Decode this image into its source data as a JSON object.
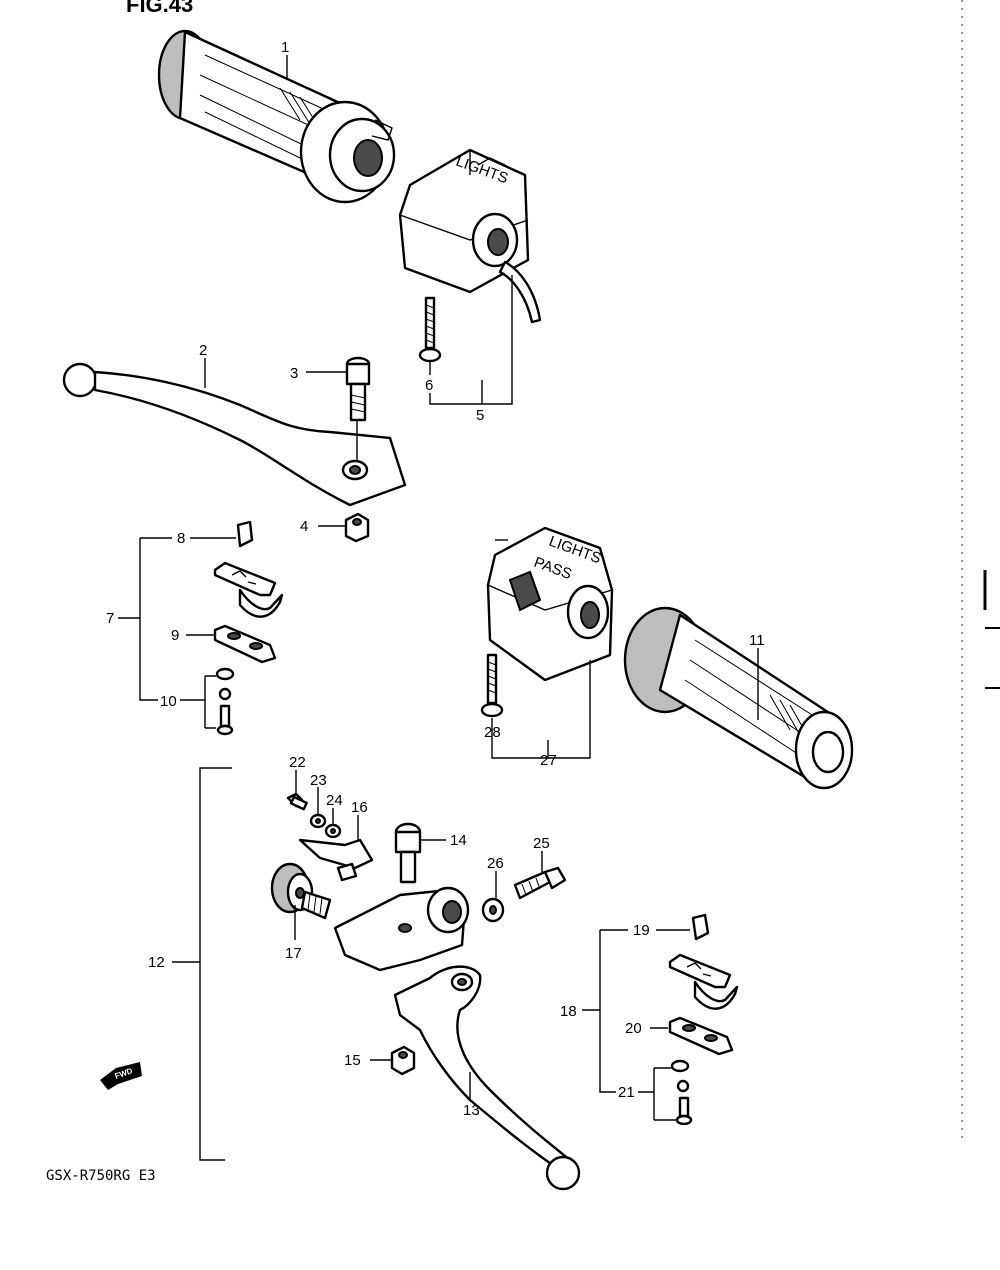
{
  "figure": {
    "title": "FIG.43",
    "model": "GSX-R750RG  E3"
  },
  "printed_marks": {
    "switch_left": "LIGHTS",
    "switch_right": "PASS",
    "arrow": "FWD"
  },
  "callouts": [
    "1",
    "2",
    "3",
    "4",
    "5",
    "6",
    "7",
    "8",
    "9",
    "10",
    "11",
    "12",
    "13",
    "14",
    "15",
    "16",
    "17",
    "18",
    "19",
    "20",
    "21",
    "22",
    "23",
    "24",
    "25",
    "26",
    "27",
    "28"
  ]
}
